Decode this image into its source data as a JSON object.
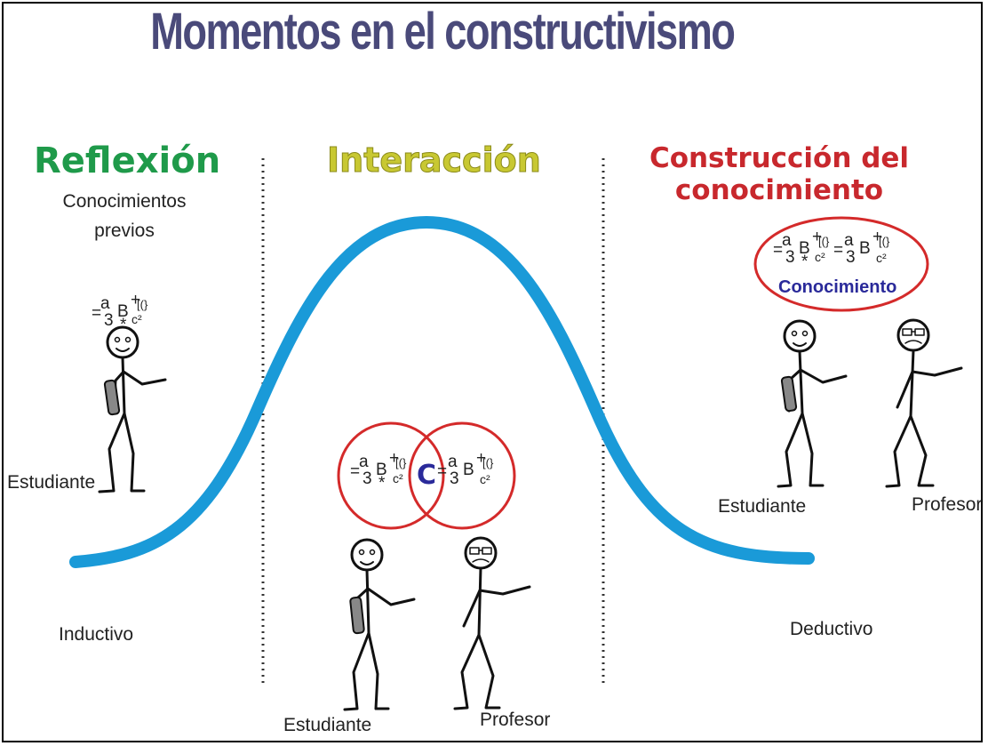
{
  "title": "Momentos en el constructivismo",
  "colors": {
    "title": "#4a4a7a",
    "reflexion": "#1f9a4a",
    "interaccion": "#c8c832",
    "construccion": "#c8282d",
    "curve": "#1a9ad8",
    "circle": "#d42a2a",
    "conocimiento": "#2a2a9a"
  },
  "phases": {
    "reflexion": {
      "heading": "Reflexión",
      "subtitle_line1": "Conocimientos",
      "subtitle_line2": "previos",
      "method": "Inductivo",
      "student_label": "Estudiante"
    },
    "interaccion": {
      "heading": "Interacción",
      "shared_symbol": "C",
      "student_label": "Estudiante",
      "teacher_label": "Profesor"
    },
    "construccion": {
      "heading_line1": "Construcción del",
      "heading_line2": "conocimiento",
      "bubble_label": "Conocimiento",
      "method": "Deductivo",
      "student_label": "Estudiante",
      "teacher_label": "Profesor"
    }
  },
  "formula": {
    "a": "a",
    "eq": "=",
    "three": "3",
    "B": "B",
    "plus": "+",
    "brackets": "[(}",
    "star": "*",
    "c2": "c²"
  }
}
